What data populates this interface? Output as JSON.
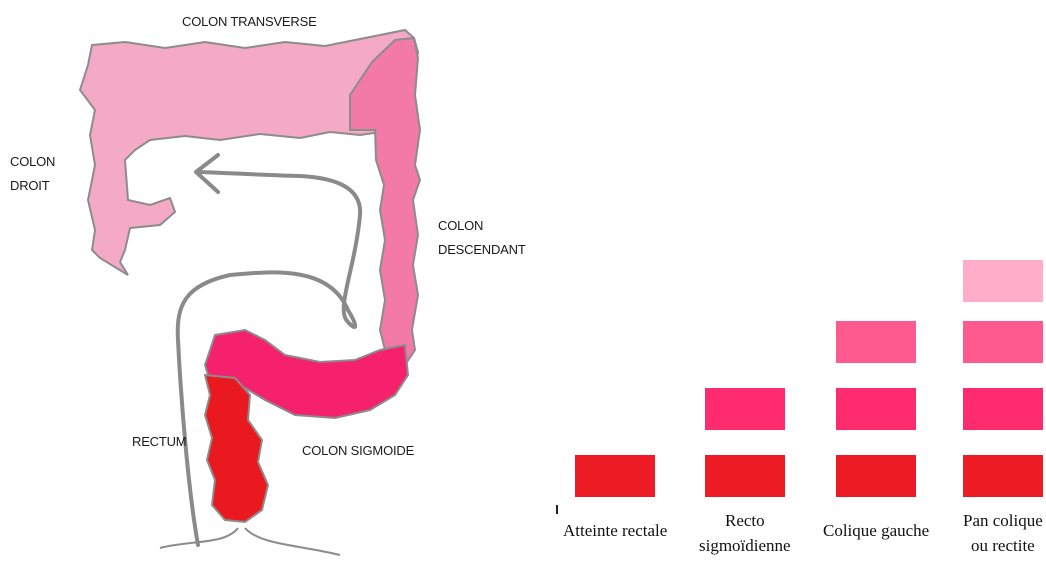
{
  "anatomy": {
    "colon_transverse": "COLON TRANSVERSE",
    "colon_droit_line1": "COLON",
    "colon_droit_line2": "DROIT",
    "colon_descendant_line1": "COLON",
    "colon_descendant_line2": "DESCENDANT",
    "rectum": "RECTUM",
    "colon_sigmoide": "COLON SIGMOIDE"
  },
  "segment_colors": {
    "right_and_transverse": "#f4aac4",
    "descending": "#f27aa4",
    "sigmoid": "#f5216c",
    "rectum": "#e9191f",
    "outline": "#8c8c8c",
    "arrow": "#8a8a8a"
  },
  "chart_data": {
    "type": "stacked-blocks",
    "categories": [
      {
        "label_line1": "Atteinte rectale",
        "label_line2": "",
        "blocks": [
          "rectum"
        ]
      },
      {
        "label_line1": "Recto",
        "label_line2": "sigmoïdienne",
        "blocks": [
          "rectum",
          "sigmoid"
        ]
      },
      {
        "label_line1": "Colique gauche",
        "label_line2": "",
        "blocks": [
          "rectum",
          "sigmoid",
          "descending"
        ]
      },
      {
        "label_line1": "Pan colique",
        "label_line2": "ou rectite",
        "blocks": [
          "rectum",
          "sigmoid",
          "descending",
          "right_and_transverse"
        ]
      }
    ],
    "block_colors": {
      "rectum": "#ed1b24",
      "sigmoid": "#fe2b6e",
      "descending": "#ff5a8f",
      "right_and_transverse": "#ffadc9"
    }
  }
}
